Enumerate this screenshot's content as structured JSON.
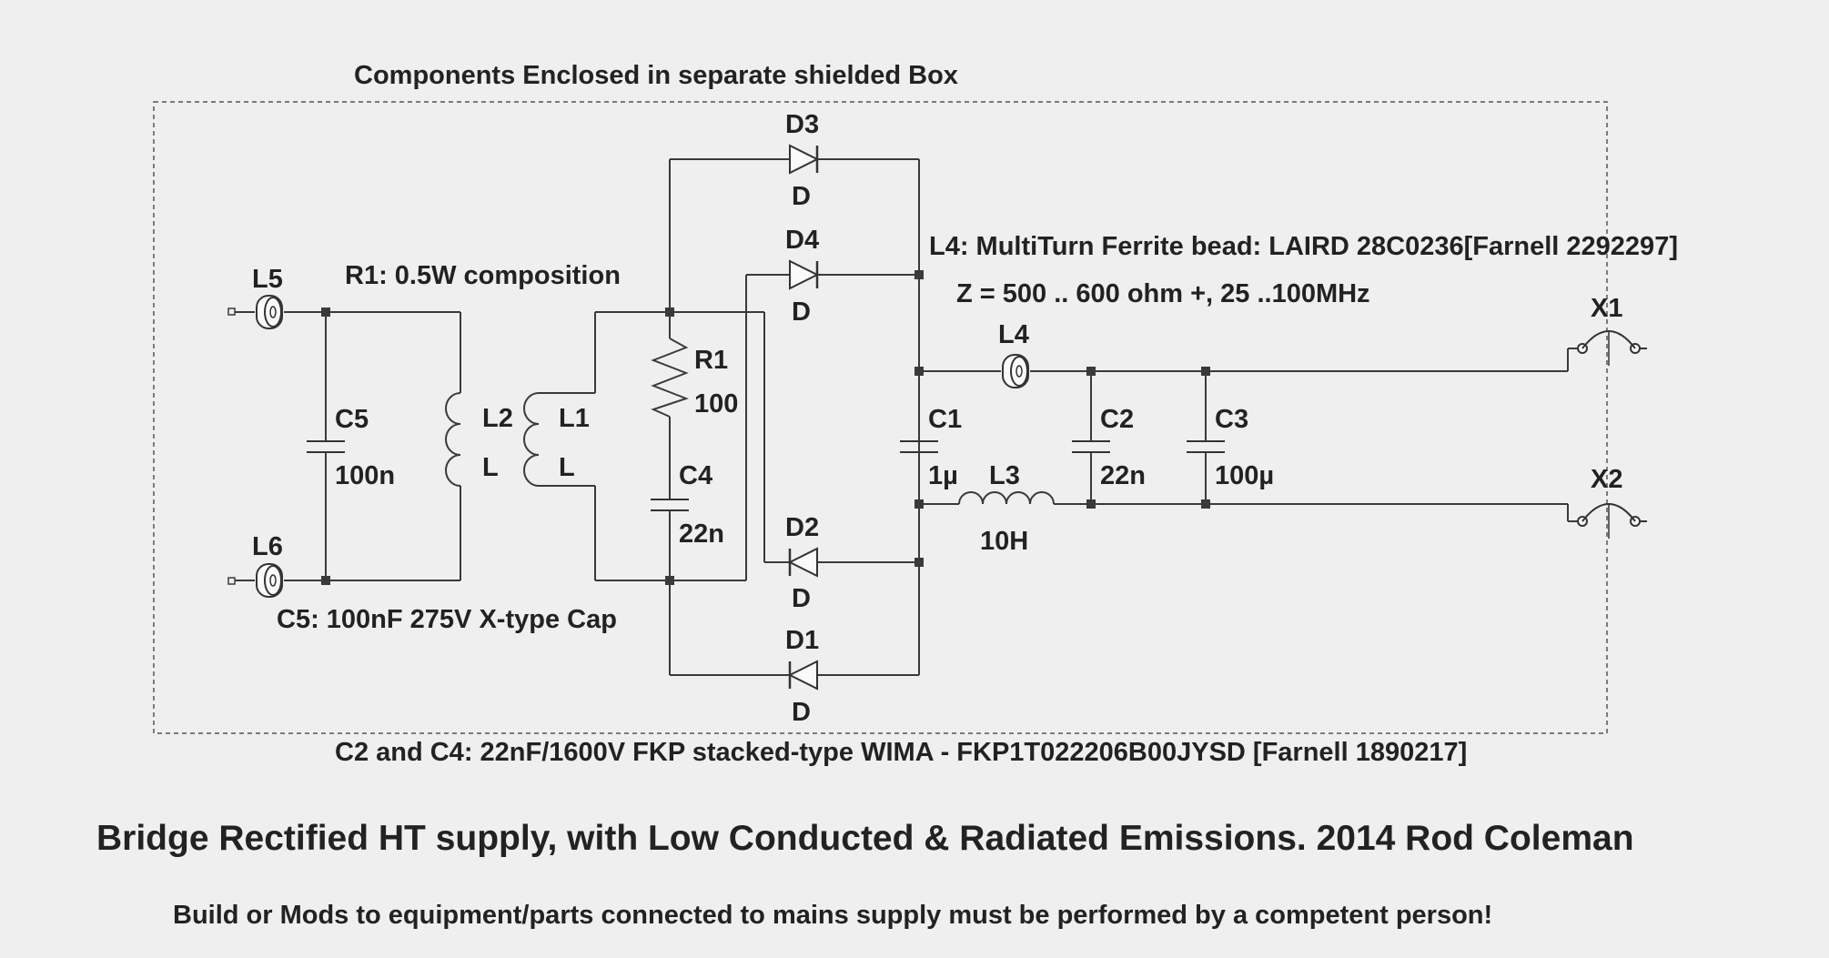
{
  "labels": {
    "box_caption": "Components Enclosed in separate shielded Box",
    "r1_note": "R1: 0.5W composition",
    "l4_note": "L4: MultiTurn Ferrite bead: LAIRD 28C0236[Farnell 2292297]",
    "z_note": "Z = 500 .. 600 ohm +, 25 ..100MHz",
    "c5_note": "C5: 100nF 275V X-type Cap",
    "c2c4_note": "C2 and C4: 22nF/1600V FKP stacked-type WIMA - FKP1T022206B00JYSD [Farnell 1890217]",
    "title": "Bridge Rectified HT supply, with Low Conducted & Radiated Emissions. 2014 Rod Coleman",
    "warning": "Build or Mods to equipment/parts connected to mains supply must be performed by a competent person!"
  },
  "components": {
    "l5": {
      "ref": "L5"
    },
    "l6": {
      "ref": "L6"
    },
    "c5": {
      "ref": "C5",
      "value": "100n"
    },
    "l2": {
      "ref": "L2",
      "value": "L"
    },
    "l1": {
      "ref": "L1",
      "value": "L"
    },
    "r1": {
      "ref": "R1",
      "value": "100"
    },
    "c4": {
      "ref": "C4",
      "value": "22n"
    },
    "d3": {
      "ref": "D3",
      "value": "D"
    },
    "d4": {
      "ref": "D4",
      "value": "D"
    },
    "d2": {
      "ref": "D2",
      "value": "D"
    },
    "d1": {
      "ref": "D1",
      "value": "D"
    },
    "c1": {
      "ref": "C1",
      "value": "1µ"
    },
    "l4": {
      "ref": "L4"
    },
    "l3": {
      "ref": "L3",
      "value": "10H"
    },
    "c2": {
      "ref": "C2",
      "value": "22n"
    },
    "c3": {
      "ref": "C3",
      "value": "100µ"
    },
    "x1": {
      "ref": "X1"
    },
    "x2": {
      "ref": "X2"
    }
  }
}
